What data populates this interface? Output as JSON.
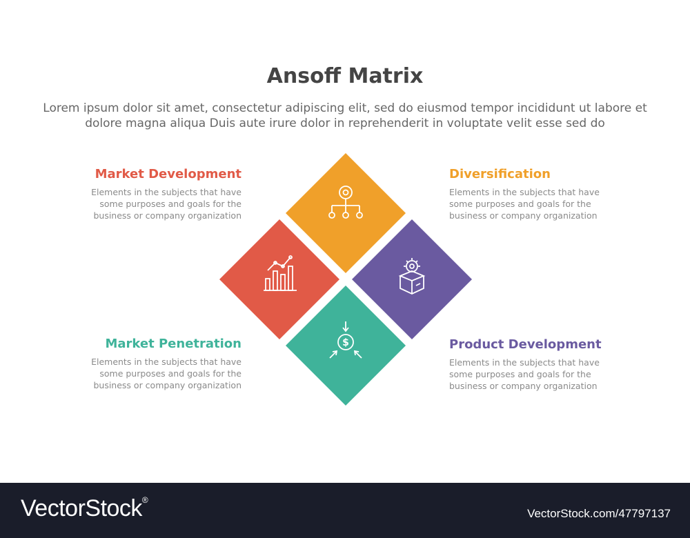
{
  "title": "Ansoff Matrix",
  "subtitle": "Lorem ipsum dolor sit amet, consectetur adipiscing elit, sed do eiusmod tempor incididunt ut labore et dolore magna aliqua Duis aute irure dolor in reprehenderit in voluptate velit esse sed do",
  "quadrants": [
    {
      "title": "Market Development",
      "color": "#e15a47",
      "icon": "bar-chart-trend-icon",
      "body": "Elements in the subjects that have\nsome purposes and goals for the\nbusiness or company organization"
    },
    {
      "title": "Diversification",
      "color": "#f0a02a",
      "icon": "org-hierarchy-icon",
      "body": "Elements in the subjects that have\nsome purposes and goals for the\nbusiness or company organization"
    },
    {
      "title": "Market Penetration",
      "color": "#3fb39a",
      "icon": "money-target-icon",
      "body": "Elements in the subjects that have\nsome purposes and goals for the\nbusiness or company organization"
    },
    {
      "title": "Product Development",
      "color": "#6a5aa0",
      "icon": "product-box-gear-icon",
      "body": "Elements in the subjects that have\nsome purposes and goals for the\nbusiness or company organization"
    }
  ],
  "footer": {
    "brand": "VectorStock",
    "brand_mark": "®",
    "image_id": "VectorStock.com/47797137"
  }
}
